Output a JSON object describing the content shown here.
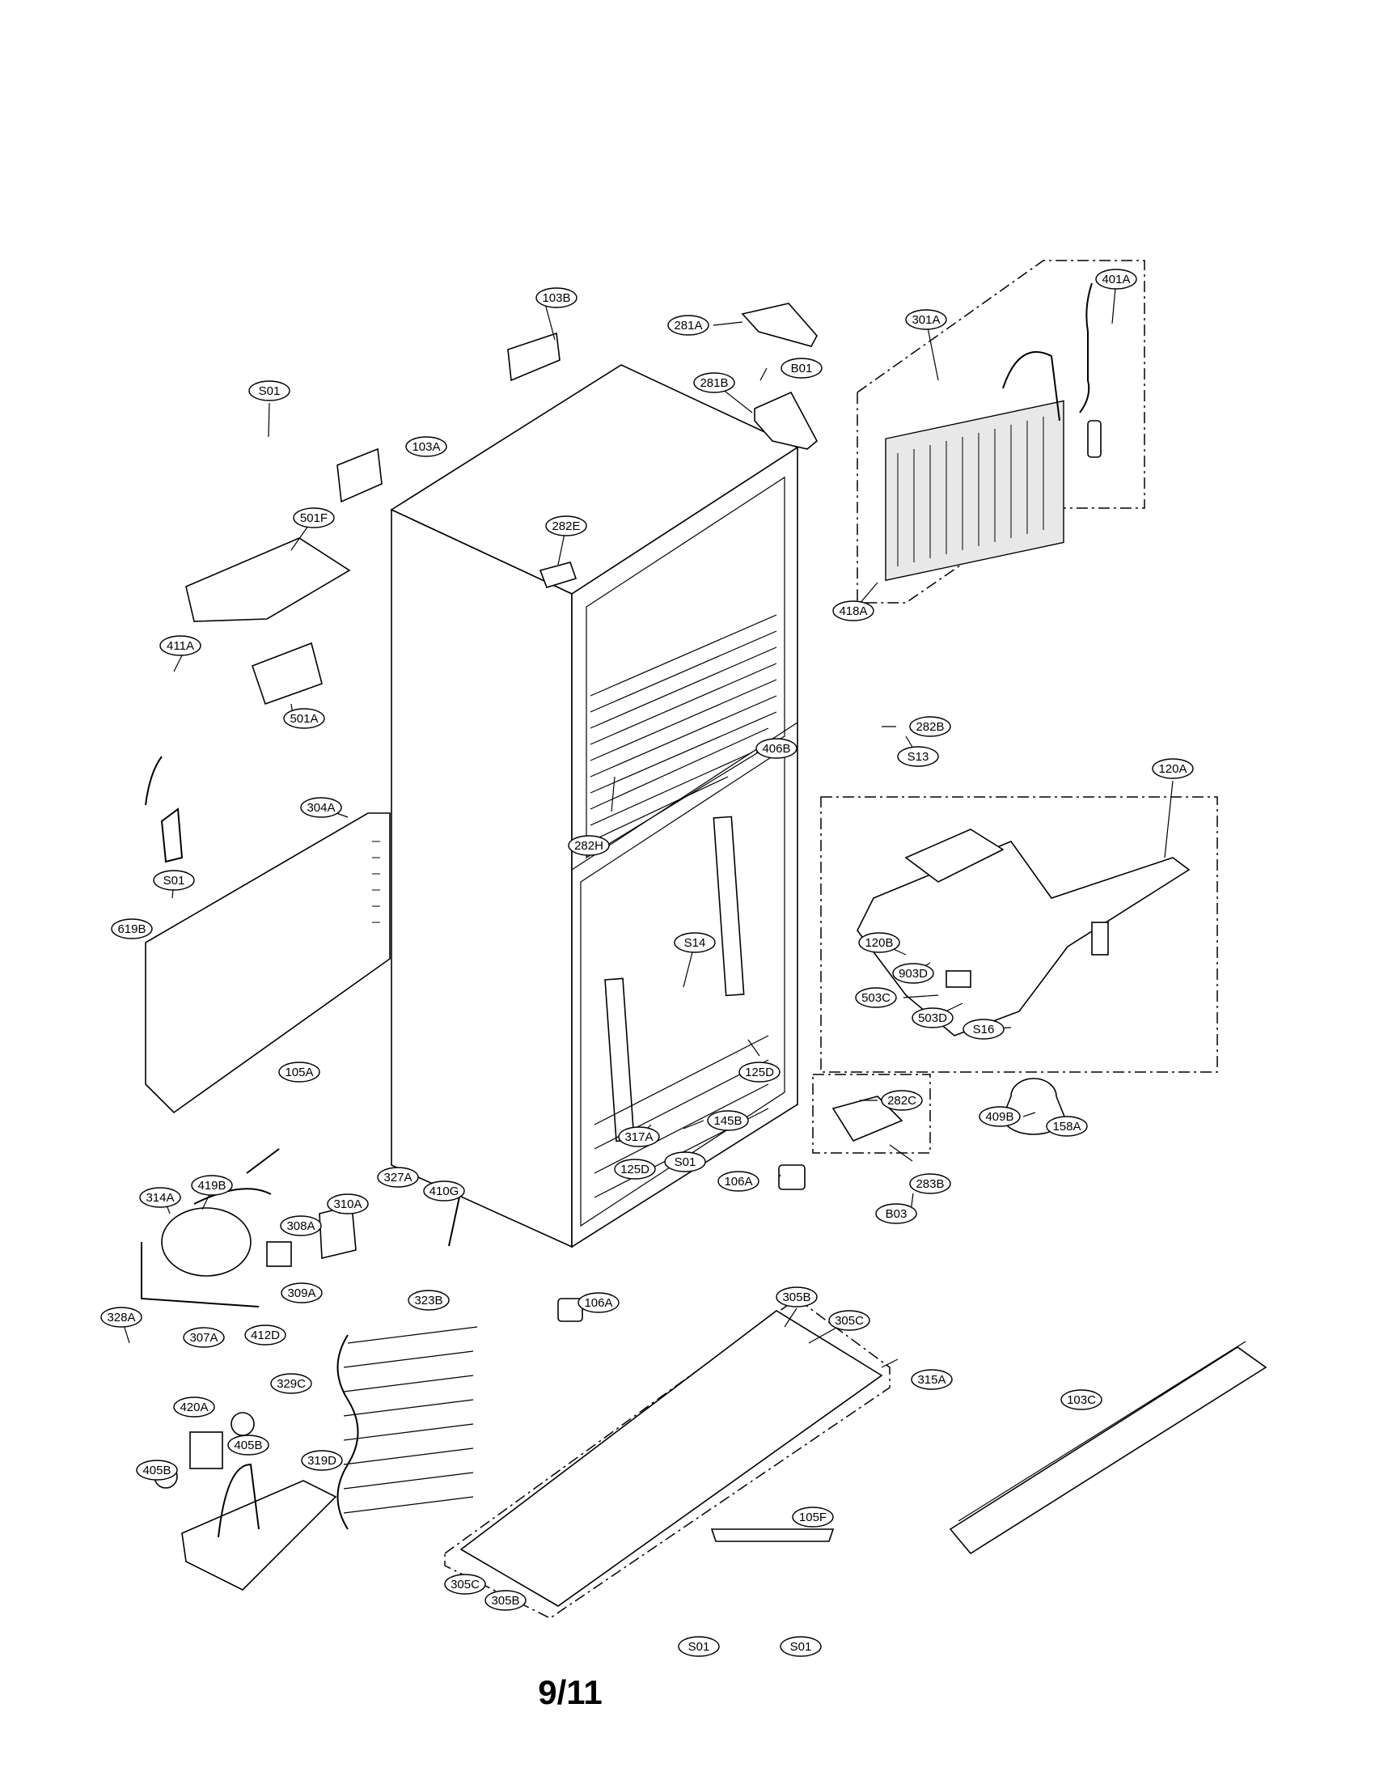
{
  "page_number": "9/11",
  "parts": [
    {
      "id": "103B"
    },
    {
      "id": "281A"
    },
    {
      "id": "301A"
    },
    {
      "id": "401A"
    },
    {
      "id": "B01"
    },
    {
      "id": "281B"
    },
    {
      "id": "S01"
    },
    {
      "id": "103A"
    },
    {
      "id": "501F"
    },
    {
      "id": "282E"
    },
    {
      "id": "418A"
    },
    {
      "id": "411A"
    },
    {
      "id": "501A"
    },
    {
      "id": "282B"
    },
    {
      "id": "S13"
    },
    {
      "id": "406B"
    },
    {
      "id": "120A"
    },
    {
      "id": "304A"
    },
    {
      "id": "282H"
    },
    {
      "id": "S01"
    },
    {
      "id": "619B"
    },
    {
      "id": "S14"
    },
    {
      "id": "120B"
    },
    {
      "id": "903D"
    },
    {
      "id": "503C"
    },
    {
      "id": "503D"
    },
    {
      "id": "S16"
    },
    {
      "id": "105A"
    },
    {
      "id": "125D"
    },
    {
      "id": "282C"
    },
    {
      "id": "409B"
    },
    {
      "id": "158A"
    },
    {
      "id": "145B"
    },
    {
      "id": "317A"
    },
    {
      "id": "125D"
    },
    {
      "id": "S01"
    },
    {
      "id": "106A"
    },
    {
      "id": "283B"
    },
    {
      "id": "419B"
    },
    {
      "id": "327A"
    },
    {
      "id": "B03"
    },
    {
      "id": "314A"
    },
    {
      "id": "310A"
    },
    {
      "id": "410G"
    },
    {
      "id": "308A"
    },
    {
      "id": "309A"
    },
    {
      "id": "323B"
    },
    {
      "id": "106A"
    },
    {
      "id": "305B"
    },
    {
      "id": "328A"
    },
    {
      "id": "307A"
    },
    {
      "id": "412D"
    },
    {
      "id": "305C"
    },
    {
      "id": "329C"
    },
    {
      "id": "315A"
    },
    {
      "id": "420A"
    },
    {
      "id": "103C"
    },
    {
      "id": "405B"
    },
    {
      "id": "319D"
    },
    {
      "id": "405B"
    },
    {
      "id": "105F"
    },
    {
      "id": "305C"
    },
    {
      "id": "305B"
    },
    {
      "id": "S01"
    },
    {
      "id": "S01"
    }
  ]
}
